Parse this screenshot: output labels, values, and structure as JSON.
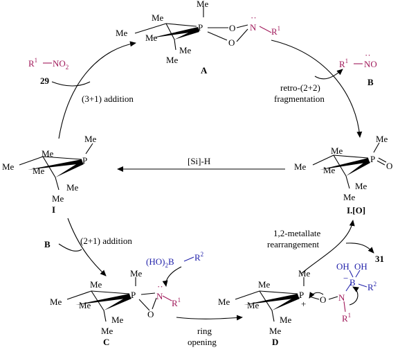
{
  "compounds": {
    "A": {
      "label": "A"
    },
    "B": {
      "label": "B"
    },
    "C": {
      "label": "C"
    },
    "D": {
      "label": "D"
    },
    "I": {
      "label": "I"
    },
    "I_O": {
      "label": "I.[O]"
    },
    "n29": {
      "label": "29"
    },
    "n31": {
      "label": "31"
    }
  },
  "steps": {
    "addition_3_1": "(3+1) addition",
    "retro_1": "retro-(2+2)",
    "retro_2": "fragmentation",
    "silane": "[Si]-H",
    "addition_2_1": "(2+1) addition",
    "metallate_1": "1,2-metallate",
    "metallate_2": "rearrangement",
    "ring_1": "ring",
    "ring_2": "opening"
  },
  "atoms": {
    "me": "Me",
    "p": "P",
    "o": "O",
    "n": "N",
    "r": "R",
    "b": "B",
    "oh": "OH",
    "sup1": "1",
    "sup2": "2",
    "sub2": "2",
    "ho2b": "(HO)",
    "plus": "+",
    "minus": "−",
    "no2": "NO",
    "dots": "··"
  },
  "colors": {
    "purple": "#a0195a",
    "blue": "#2222aa",
    "black": "#000000"
  }
}
